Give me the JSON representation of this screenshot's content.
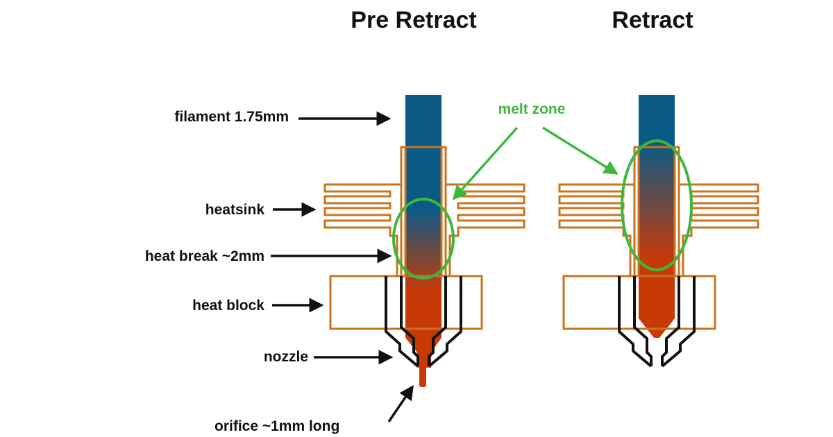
{
  "titles": {
    "pre_retract": "Pre Retract",
    "retract": "Retract"
  },
  "labels": {
    "filament": "filament 1.75mm",
    "heatsink": "heatsink",
    "heat_break": "heat break ~2mm",
    "heat_block": "heat block",
    "nozzle": "nozzle",
    "orifice": "orifice ~1mm long",
    "melt_zone": "melt zone"
  },
  "colors": {
    "filament_cold": "#0b5a85",
    "filament_hot": "#c73a08",
    "hardware_outline": "#c8741e",
    "nozzle_outline": "#111111",
    "melt_zone": "#3db83d",
    "label_text": "#111111"
  }
}
